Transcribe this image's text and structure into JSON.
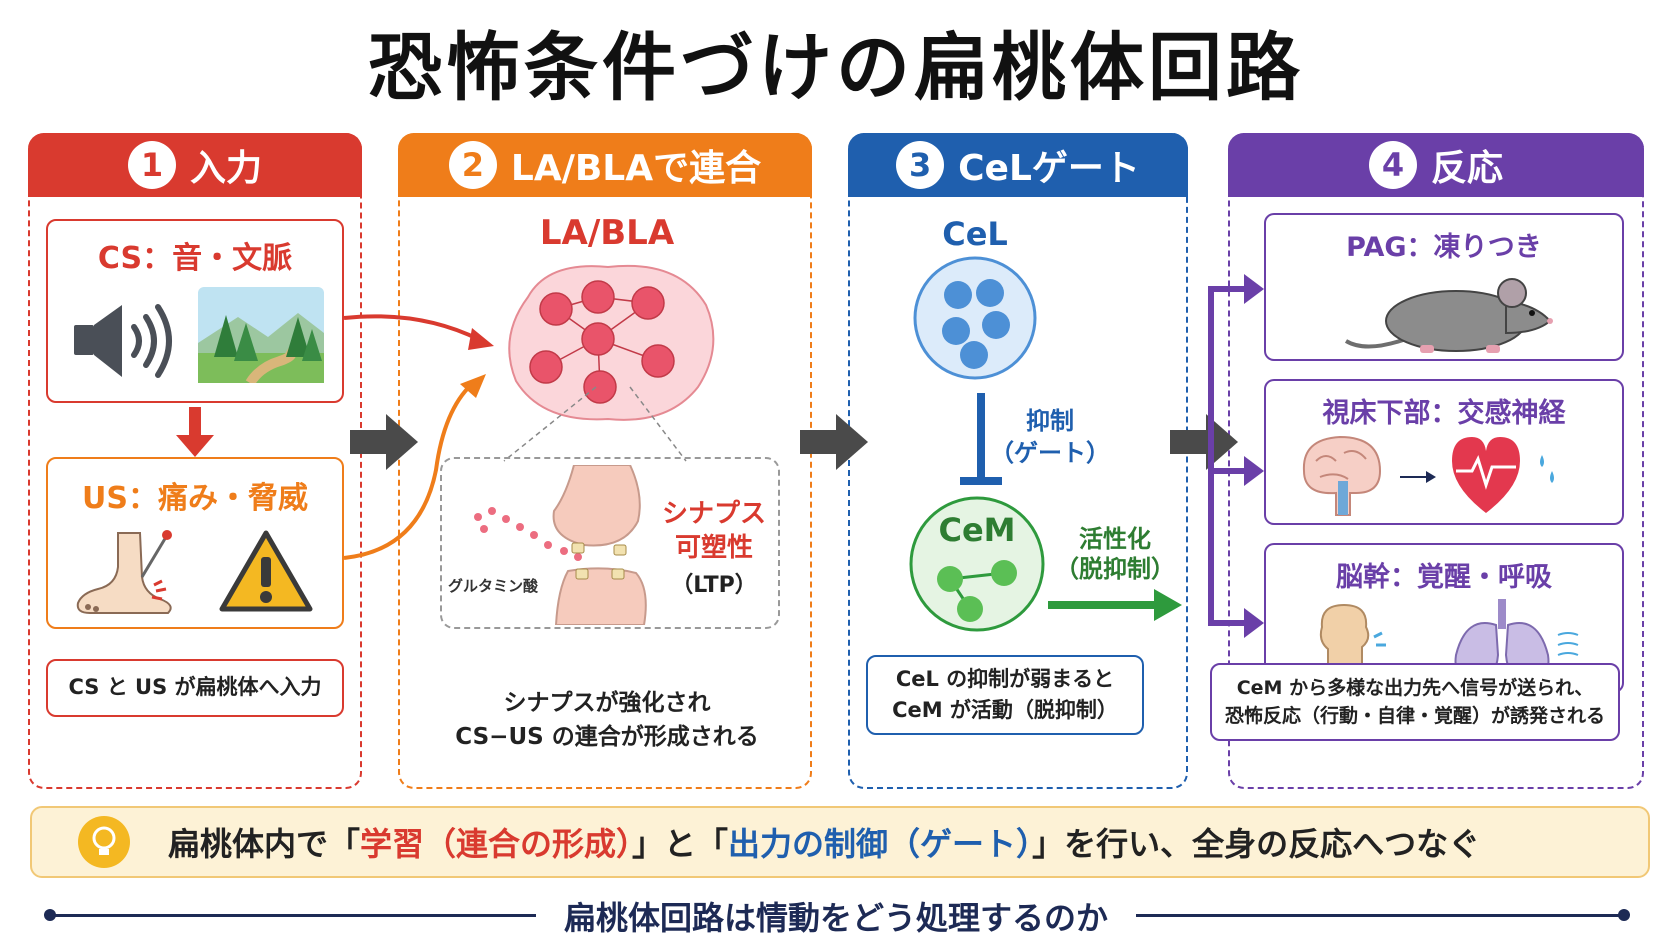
{
  "title": "恐怖条件づけの扁桃体回路",
  "colors": {
    "red": "#d93a2f",
    "orange": "#ef7d1a",
    "blue": "#1f5fae",
    "purple": "#6a3fa8",
    "green": "#2e9a3d",
    "gold": "#f4b822"
  },
  "panels": [
    {
      "num": "1",
      "label": "入力"
    },
    {
      "num": "2",
      "label": "LA/BLAで連合"
    },
    {
      "num": "3",
      "label": "CeLゲート"
    },
    {
      "num": "4",
      "label": "反応"
    }
  ],
  "input": {
    "cs_title": "CS：音・文脈",
    "us_title": "US：痛み・脅威",
    "note": "CS と US が扁桃体へ入力",
    "icons": [
      "speaker-icon",
      "forest-icon",
      "foot-icon",
      "warning-icon"
    ]
  },
  "association": {
    "region": "LA/BLA",
    "plasticity_line1": "シナプス",
    "plasticity_line2": "可塑性",
    "ltp": "（LTP）",
    "glutamate": "グルタミン酸",
    "note_line1": "シナプスが強化され",
    "note_line2": "CS−US の連合が形成される"
  },
  "gate": {
    "cel": "CeL",
    "cem": "CeM",
    "inhibit_line1": "抑制",
    "inhibit_line2": "（ゲート）",
    "activate_line1": "活性化",
    "activate_line2": "（脱抑制）",
    "note_line1": "CeL の抑制が弱まると",
    "note_line2": "CeM が活動（脱抑制）"
  },
  "response": {
    "pag": "PAG：凍りつき",
    "hypothalamus": "視床下部：交感神経",
    "brainstem": "脳幹：覚醒・呼吸",
    "note_line1": "CeM から多様な出力先へ信号が送られ、",
    "note_line2": "恐怖反応（行動・自律・覚醒）が誘発される",
    "icons": [
      "rat-icon",
      "brain-icon",
      "heart-icon",
      "brainstem-icon",
      "lungs-icon"
    ]
  },
  "summary": {
    "part1": "扁桃体内で「",
    "part2": "学習（連合の形成）",
    "part3": "」と「",
    "part4": "出力の制御（ゲート）",
    "part5": "」を行い、全身の反応へつなぐ"
  },
  "footer": "扁桃体回路は情動をどう処理するのか"
}
